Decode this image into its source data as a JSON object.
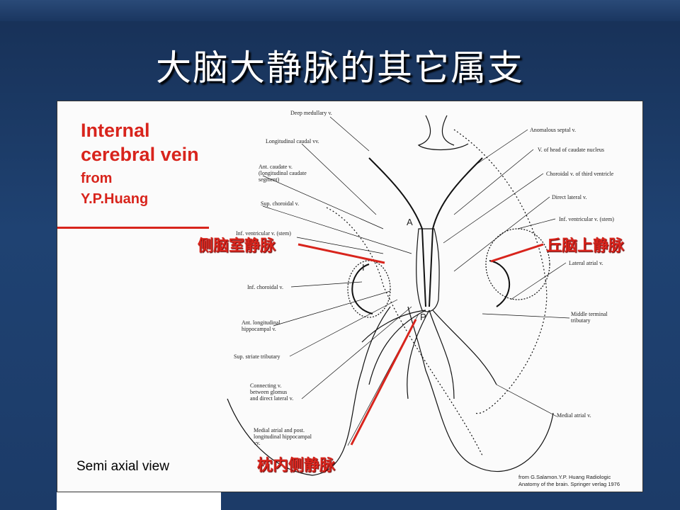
{
  "slide": {
    "title": "大脑大静脉的其它属支",
    "figure": {
      "heading_line1": "Internal",
      "heading_line2": "cerebral vein",
      "heading_from": "from",
      "heading_author": "Y.P.Huang",
      "view_label": "Semi axial view",
      "credit": "from G.Salamon.Y.P. Huang Radiologic\nAnatomy of the brain. Springer verlag 1976",
      "letters": [
        "A",
        "I",
        "P"
      ],
      "left_labels": [
        "Deep medullary v.",
        "Longitudinal caudal vv.",
        "Ant. caudate v.\n(longitudinal caudate\nsegment)",
        "Sup. choroidal v.",
        "Inf. ventricular v. (stem)",
        "Inf. choroidal v.",
        "Ant. longitudinal\nhippocampal v.",
        "Sup. striate tributary",
        "Connecting v.\nbetween glomus\nand direct lateral v.",
        "Medial atrial and post.\nlongitudinal hippocampal\nvv."
      ],
      "right_labels": [
        "Anomalous septal v.",
        "V. of head of caudate nucleus",
        "Choroidal v. of third ventricle",
        "Direct lateral v.",
        "Inf. ventricular v. (stem)",
        "Lateral atrial v.",
        "Middle terminal\ntributary",
        "Medial atrial v."
      ],
      "annotations": {
        "left": "侧脑室静脉",
        "right": "丘脑上静脉",
        "bottom": "枕内侧静脉"
      }
    },
    "colors": {
      "background": "#1d3a66",
      "accent": "#d8241c"
    }
  }
}
